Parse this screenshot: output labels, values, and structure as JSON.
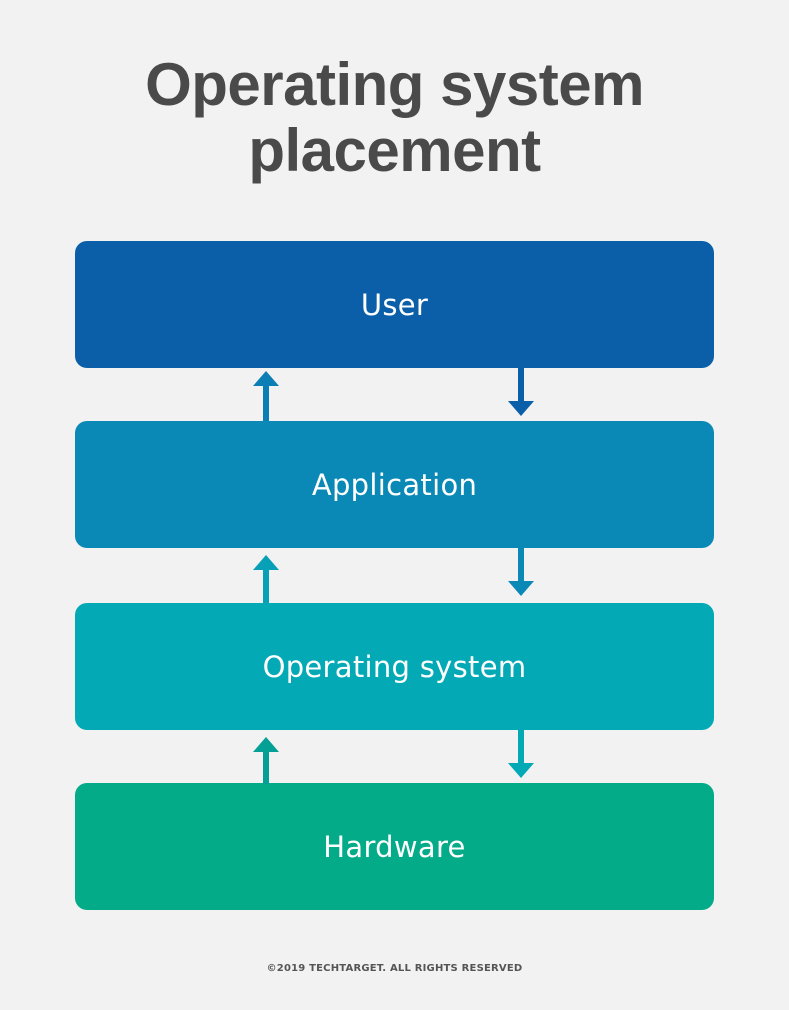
{
  "title": {
    "line1": "Operating system",
    "line2": "placement"
  },
  "layers": [
    {
      "label": "User",
      "color": "#0a5fa8"
    },
    {
      "label": "Application",
      "color": "#0b89b6"
    },
    {
      "label": "Operating system",
      "color": "#04a9b6"
    },
    {
      "label": "Hardware",
      "color": "#03ab88"
    }
  ],
  "arrow_colors": {
    "user_application": "#0b7fb5",
    "application_os": "#07a0b7",
    "os_hardware": "#049f95",
    "down_user": "#0a5fa8",
    "down_app": "#0b89b6",
    "down_os": "#04a9b6"
  },
  "footer": "©2019 TECHTARGET. ALL RIGHTS RESERVED"
}
